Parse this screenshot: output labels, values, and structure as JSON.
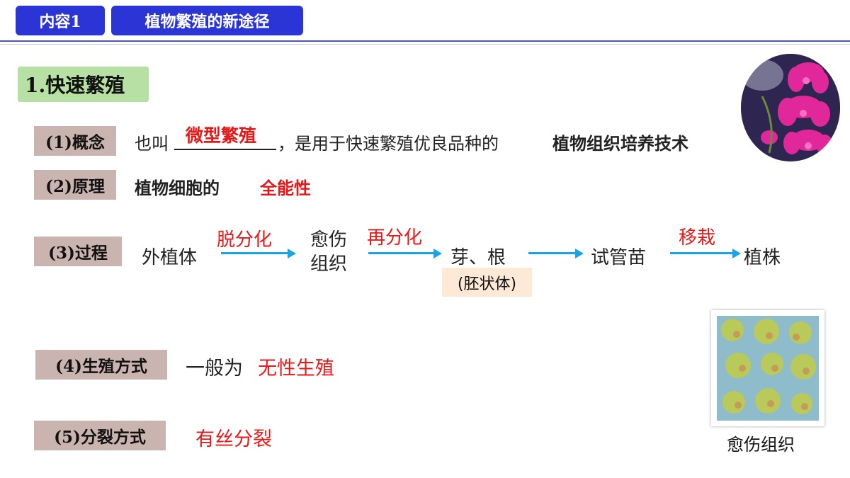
{
  "header": {
    "tab1": "内容1",
    "tab2": "植物繁殖的新途径"
  },
  "section": {
    "title": "1.快速繁殖"
  },
  "items": {
    "concept": {
      "label": "(1)概念",
      "prefix": "也叫",
      "answer": "微型繁殖",
      "mid": "，是用于快速繁殖优良品种的",
      "emph": "植物组织培养技术"
    },
    "principle": {
      "label": "(2)原理",
      "prefix": "植物细胞的",
      "answer": "全能性"
    },
    "process": {
      "label": "(3)过程",
      "steps": [
        "外植体",
        "愈伤组织",
        "芽、根",
        "试管苗",
        "植株"
      ],
      "arrows": [
        "脱分化",
        "再分化",
        "",
        "移栽"
      ],
      "note": "(胚状体)"
    },
    "reproduction": {
      "label": "(4)生殖方式",
      "prefix": "一般为",
      "answer": "无性生殖"
    },
    "division": {
      "label": "(5)分裂方式",
      "answer": "有丝分裂"
    }
  },
  "images": {
    "orchid": "orchid-flower-photo",
    "callus": "callus-tissue-photo",
    "callus_caption": "愈伤组织"
  }
}
